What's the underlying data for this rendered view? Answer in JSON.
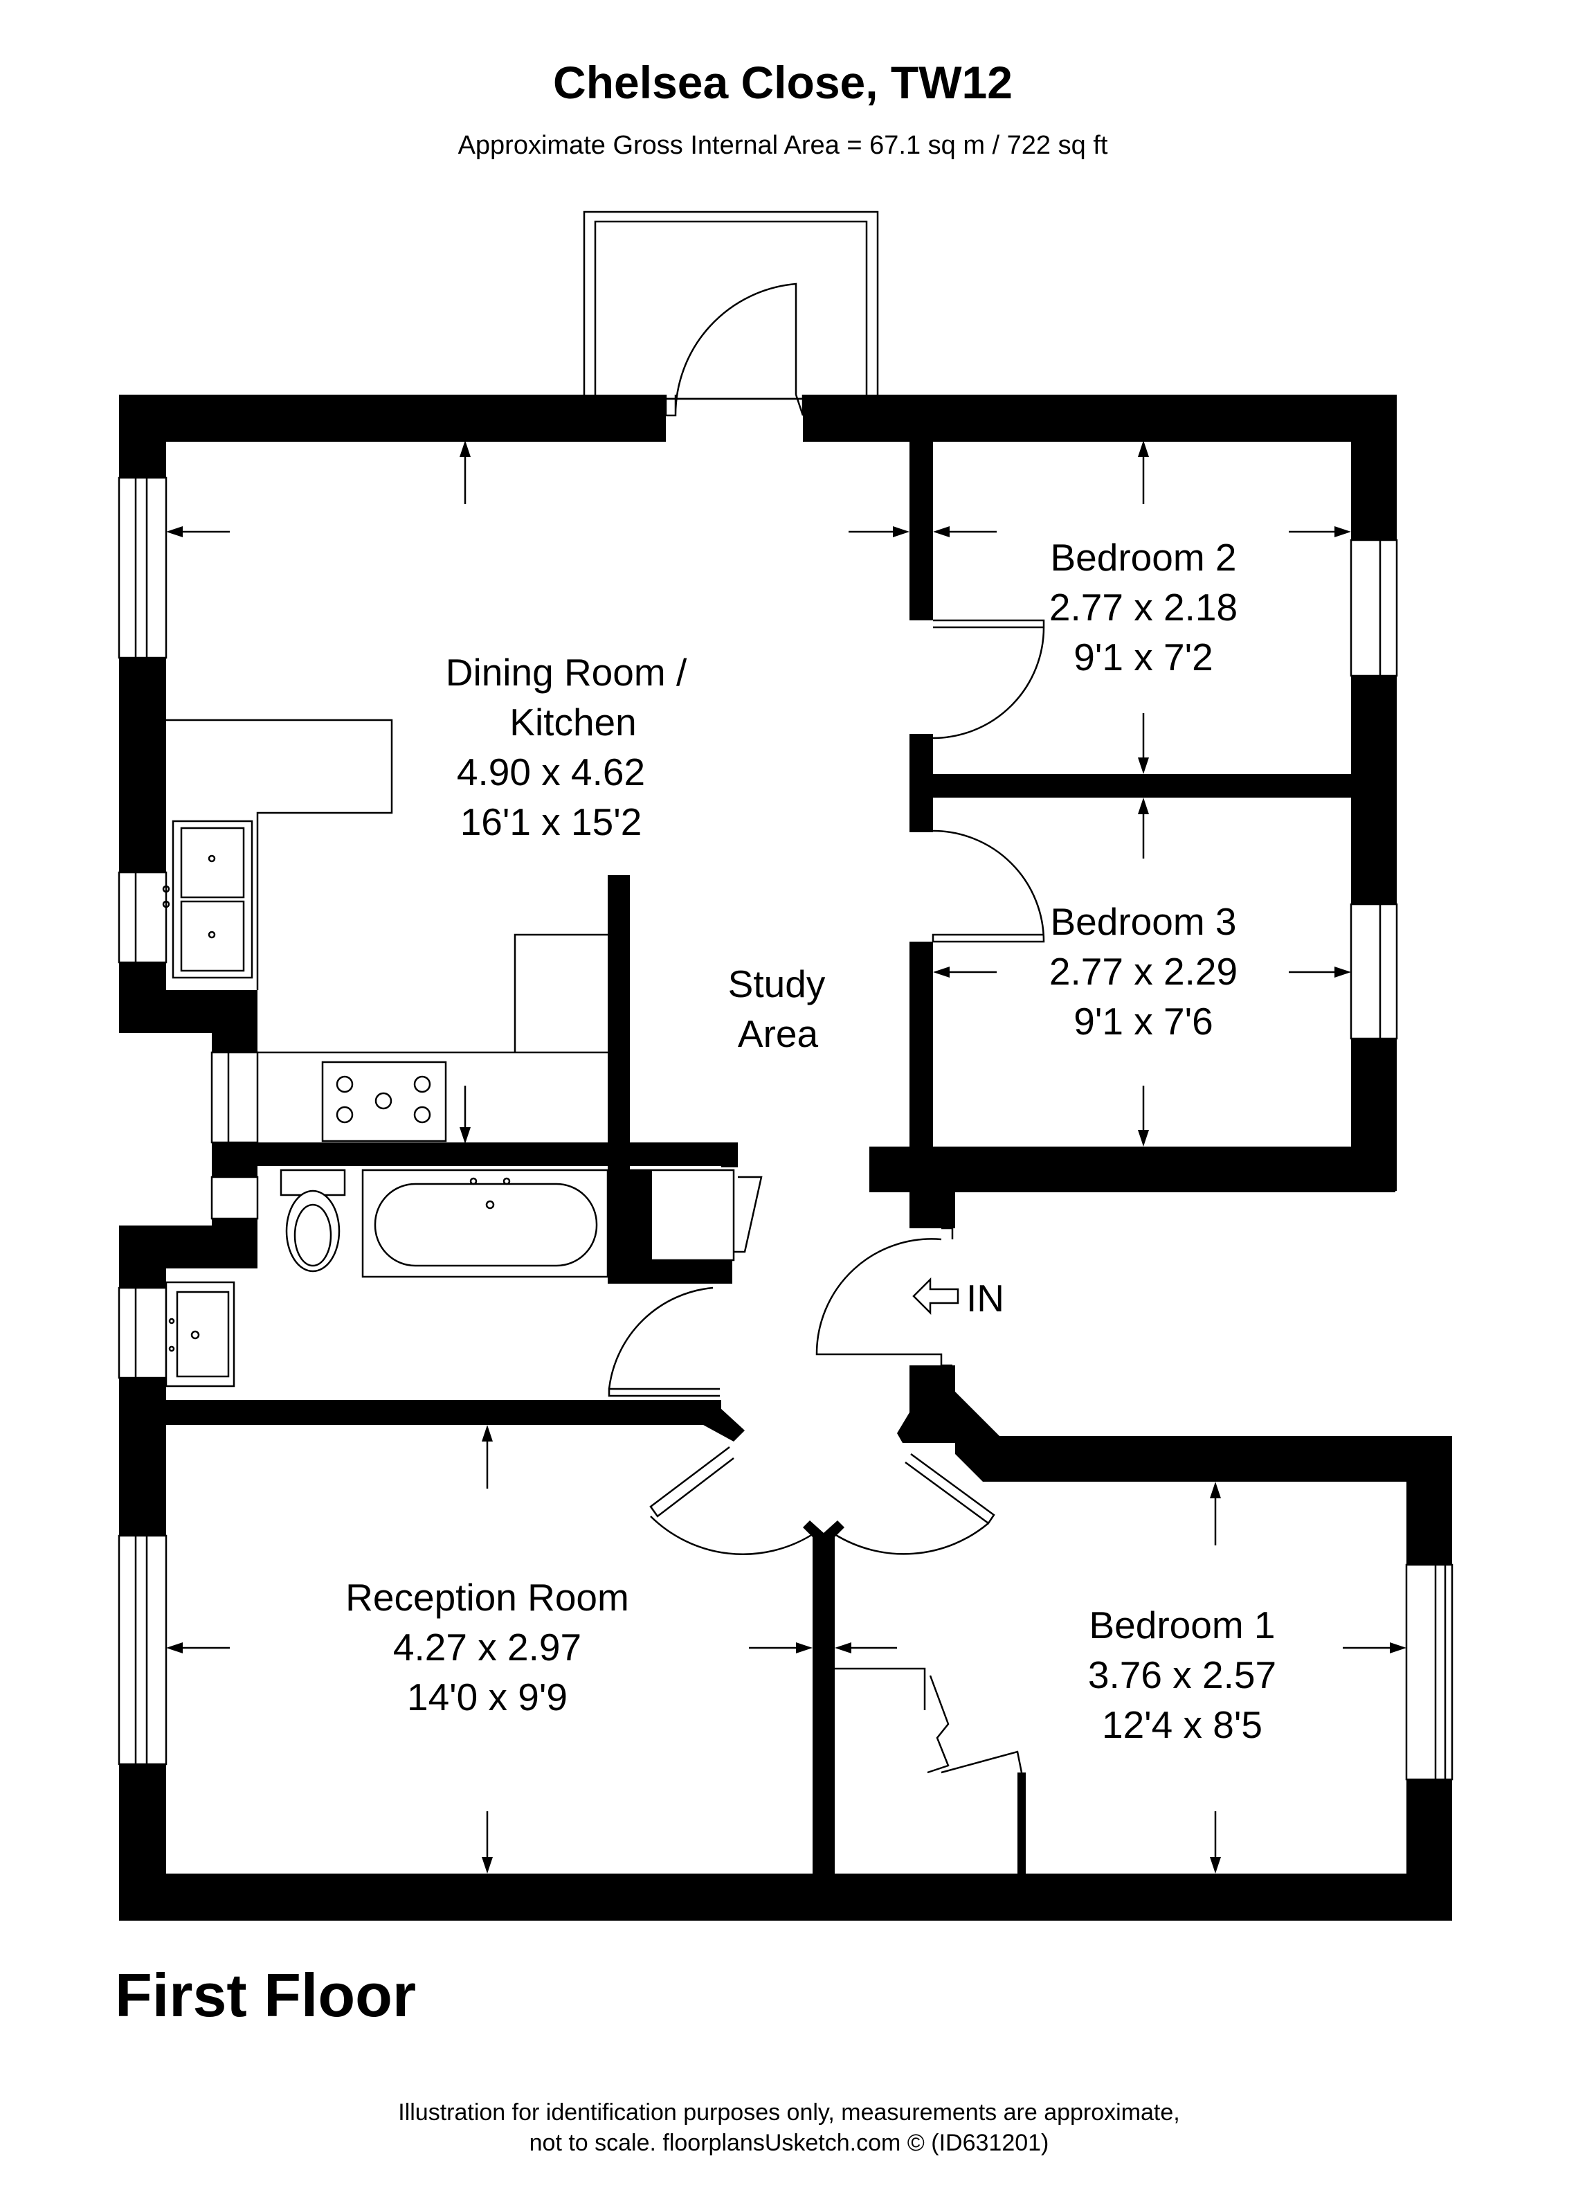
{
  "header": {
    "title": "Chelsea Close, TW12",
    "area": "Approximate Gross Internal Area = 67.1 sq m / 722 sq ft"
  },
  "rooms": {
    "dining": {
      "name_line1": "Dining Room /",
      "name_line2": "Kitchen",
      "metric": "4.90 x 4.62",
      "imperial": "16'1 x 15'2"
    },
    "bedroom2": {
      "name": "Bedroom 2",
      "metric": "2.77 x 2.18",
      "imperial": "9'1 x 7'2"
    },
    "bedroom3": {
      "name": "Bedroom 3",
      "metric": "2.77 x 2.29",
      "imperial": "9'1 x 7'6"
    },
    "study": {
      "name_line1": "Study",
      "name_line2": "Area"
    },
    "reception": {
      "name": "Reception Room",
      "metric": "4.27 x 2.97",
      "imperial": "14'0 x 9'9"
    },
    "bedroom1": {
      "name": "Bedroom 1",
      "metric": "3.76 x 2.57",
      "imperial": "12'4 x 8'5"
    }
  },
  "entrance": {
    "label": "IN"
  },
  "floor": {
    "label": "First Floor"
  },
  "footer": {
    "line1": "Illustration for identification purposes only, measurements are approximate,",
    "line2": "not to scale. floorplansUsketch.com © (ID631201)"
  }
}
